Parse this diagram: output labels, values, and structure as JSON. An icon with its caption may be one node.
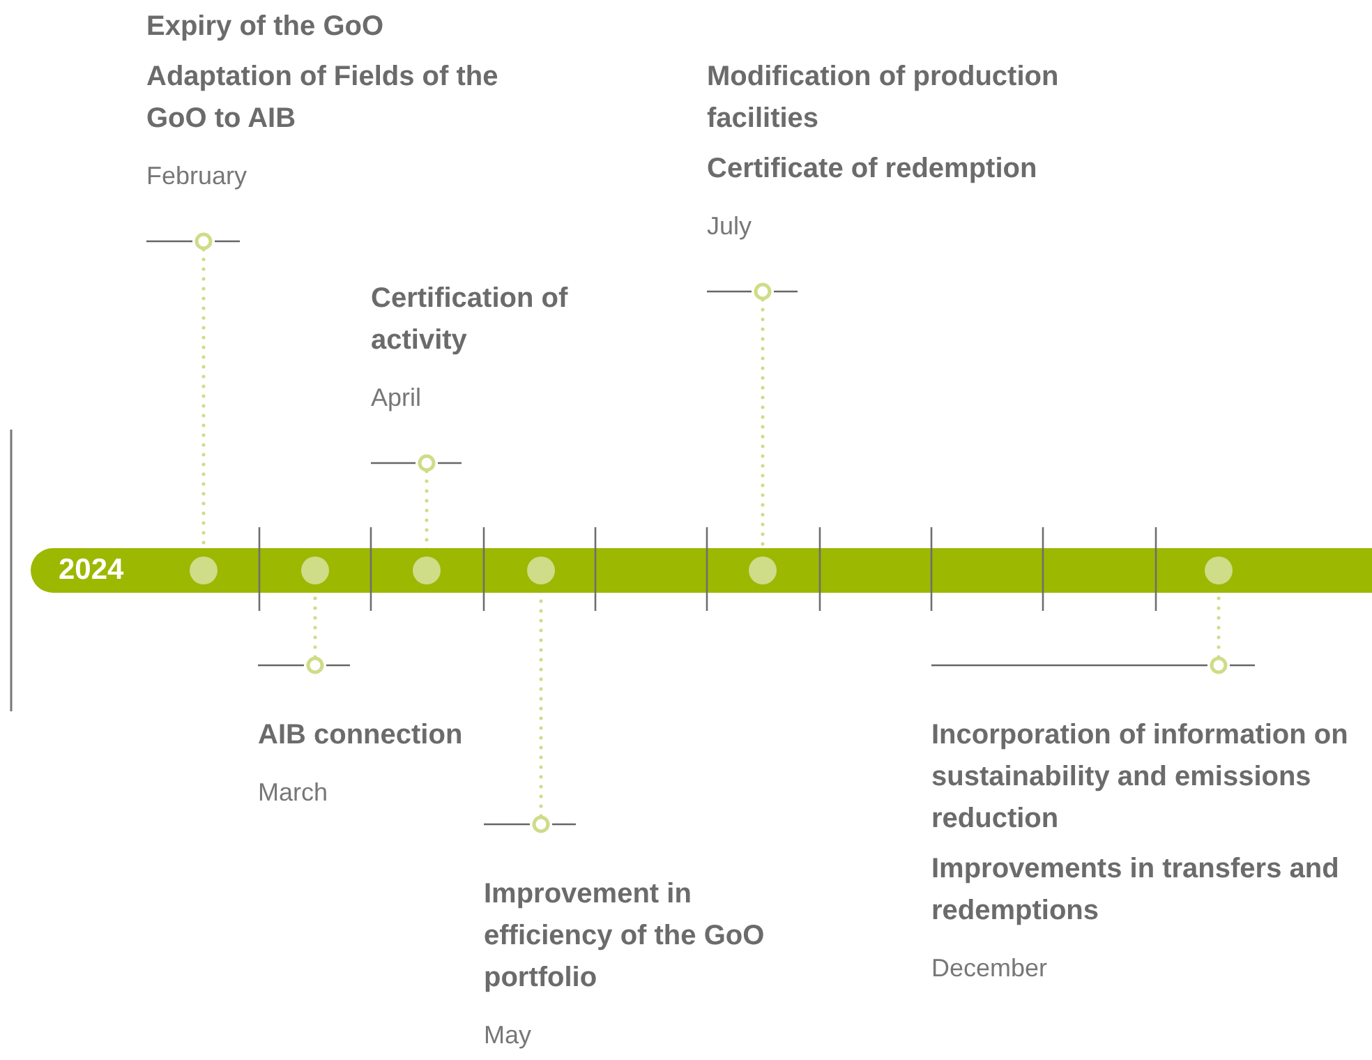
{
  "diagram": {
    "nodes": [
      {
        "text": [
          "2024"
        ]
      },
      {
        "text": [],
        "shape": "circle",
        "in": 0
      },
      {
        "text": [],
        "shape": "circle",
        "in": 0
      },
      {
        "text": [],
        "shape": "circle",
        "in": 0
      },
      {
        "text": [],
        "shape": "circle",
        "in": 0
      },
      {
        "text": [],
        "shape": "circle",
        "in": 0
      },
      {
        "text": [],
        "shape": "circle",
        "in": 0
      },
      {
        "text": [
          "Expiry of the GoO",
          "Adaptation of Fields of the GoO to AIB",
          "February"
        ]
      },
      {
        "text": [
          "Certification of activity",
          "April"
        ]
      },
      {
        "text": [
          "Modification of production facilities",
          "Certificate of redemption",
          "July"
        ]
      },
      {
        "text": [
          "AIB connection",
          "March"
        ]
      },
      {
        "text": [
          "Improvement in efficiency of the GoO portfolio",
          "May"
        ]
      },
      {
        "text": [
          "Incorporation of information on sustainability and emissions reduction",
          "Improvements in transfers and redemptions",
          "December"
        ]
      }
    ],
    "edges": [
      {
        "from": 7,
        "to": 1,
        "arrow": "none",
        "style": "dashed"
      },
      {
        "from": 8,
        "to": 3,
        "arrow": "none",
        "style": "dashed"
      },
      {
        "from": 9,
        "to": 5,
        "arrow": "none",
        "style": "dashed"
      },
      {
        "from": 10,
        "to": 2,
        "arrow": "none",
        "style": "dashed"
      },
      {
        "from": 11,
        "to": 4,
        "arrow": "none",
        "style": "dashed"
      },
      {
        "from": 12,
        "to": 6,
        "arrow": "none",
        "style": "dashed"
      }
    ]
  }
}
